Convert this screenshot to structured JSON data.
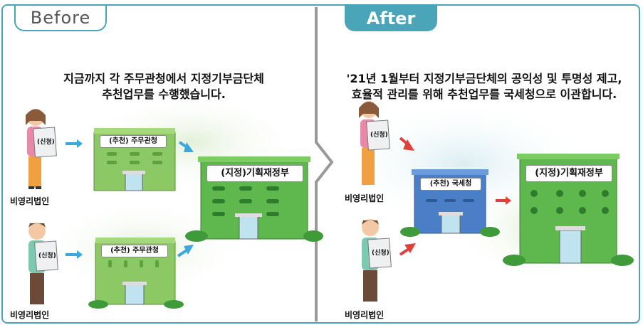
{
  "tabs": {
    "before": "Before",
    "after": "After"
  },
  "before": {
    "headline_line1": "지금까지 각 주무관청에서 지정기부금단체",
    "headline_line2": "추천업무를 수행했습니다.",
    "person_sign": "(신청)",
    "person_label": "비영리법인",
    "ministry_label": "(추천) 주무관청",
    "target_label": "(지정)기획재정부"
  },
  "after": {
    "headline_line1": "'21년 1월부터 지정기부금단체의 공익성 및 투명성 제고,",
    "headline_line2": "효율적 관리를 위해 추천업무를 국세청으로 이관합니다.",
    "person_sign": "(신청)",
    "person_label": "비영리법인",
    "nts_label": "(추천) 국세청",
    "target_label": "(지정)기획재정부"
  },
  "colors": {
    "border": "#4aa5b8",
    "divider": "#999999",
    "green_building": "#8cc864",
    "dark_green_building": "#5fb84d",
    "blue_building": "#4a7fc8",
    "blue_arrow": "#3aa8dc",
    "red_arrow": "#e0403a"
  }
}
